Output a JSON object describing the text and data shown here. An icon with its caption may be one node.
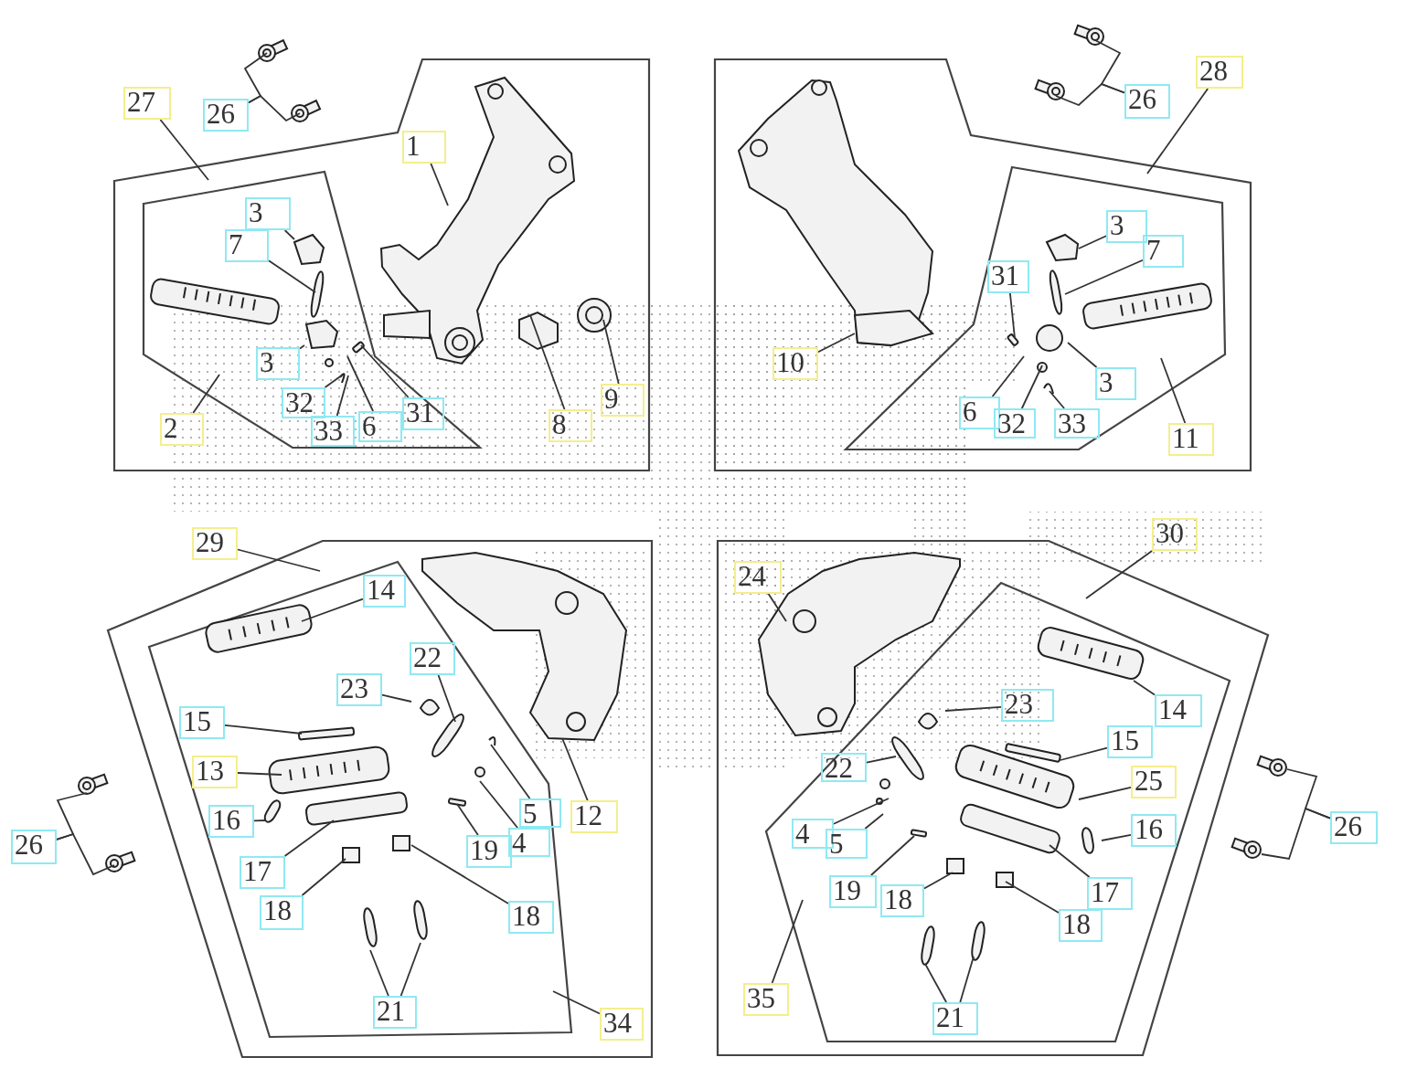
{
  "diagram": {
    "nodes": [
      {
        "text": [
          "27"
        ]
      },
      {
        "text": [
          "26"
        ]
      },
      {
        "text": [
          "1"
        ]
      },
      {
        "text": [
          "3"
        ]
      },
      {
        "text": [
          "7"
        ]
      },
      {
        "text": [
          "3"
        ]
      },
      {
        "text": [
          "2"
        ]
      },
      {
        "text": [
          "32"
        ]
      },
      {
        "text": [
          "33"
        ]
      },
      {
        "text": [
          "6"
        ]
      },
      {
        "text": [
          "31"
        ]
      },
      {
        "text": [
          "8"
        ]
      },
      {
        "text": [
          "9"
        ]
      },
      {
        "text": [
          "26"
        ]
      },
      {
        "text": [
          "28"
        ]
      },
      {
        "text": [
          "3"
        ]
      },
      {
        "text": [
          "7"
        ]
      },
      {
        "text": [
          "31"
        ]
      },
      {
        "text": [
          "10"
        ]
      },
      {
        "text": [
          "3"
        ]
      },
      {
        "text": [
          "6"
        ]
      },
      {
        "text": [
          "32"
        ]
      },
      {
        "text": [
          "33"
        ]
      },
      {
        "text": [
          "11"
        ]
      },
      {
        "text": [
          "29"
        ]
      },
      {
        "text": [
          "14"
        ]
      },
      {
        "text": [
          "22"
        ]
      },
      {
        "text": [
          "23"
        ]
      },
      {
        "text": [
          "15"
        ]
      },
      {
        "text": [
          "13"
        ]
      },
      {
        "text": [
          "5"
        ]
      },
      {
        "text": [
          "12"
        ]
      },
      {
        "text": [
          "16"
        ]
      },
      {
        "text": [
          "4"
        ]
      },
      {
        "text": [
          "19"
        ]
      },
      {
        "text": [
          "17"
        ]
      },
      {
        "text": [
          "18"
        ]
      },
      {
        "text": [
          "18"
        ]
      },
      {
        "text": [
          "21"
        ]
      },
      {
        "text": [
          "34"
        ]
      },
      {
        "text": [
          "26"
        ]
      },
      {
        "text": [
          "24"
        ]
      },
      {
        "text": [
          "30"
        ]
      },
      {
        "text": [
          "23"
        ]
      },
      {
        "text": [
          "14"
        ]
      },
      {
        "text": [
          "15"
        ]
      },
      {
        "text": [
          "22"
        ]
      },
      {
        "text": [
          "25"
        ]
      },
      {
        "text": [
          "16"
        ]
      },
      {
        "text": [
          "4"
        ]
      },
      {
        "text": [
          "5"
        ]
      },
      {
        "text": [
          "19"
        ]
      },
      {
        "text": [
          "18"
        ]
      },
      {
        "text": [
          "17"
        ]
      },
      {
        "text": [
          "18"
        ]
      },
      {
        "text": [
          "21"
        ]
      },
      {
        "text": [
          "35"
        ]
      },
      {
        "text": [
          "26"
        ]
      }
    ],
    "edges": [
      {
        "from": 0,
        "to": null,
        "arrow": "none"
      },
      {
        "from": 1,
        "to": null,
        "arrow": "none"
      },
      {
        "from": 1,
        "to": null,
        "arrow": "none"
      },
      {
        "from": 2,
        "to": null,
        "arrow": "none"
      },
      {
        "from": 3,
        "to": null,
        "arrow": "none"
      },
      {
        "from": 4,
        "to": null,
        "arrow": "none"
      },
      {
        "from": 5,
        "to": null,
        "arrow": "none"
      },
      {
        "from": 6,
        "to": null,
        "arrow": "none"
      },
      {
        "from": 7,
        "to": null,
        "arrow": "none"
      },
      {
        "from": 8,
        "to": null,
        "arrow": "none"
      },
      {
        "from": 9,
        "to": null,
        "arrow": "none"
      },
      {
        "from": 10,
        "to": null,
        "arrow": "none"
      },
      {
        "from": 11,
        "to": null,
        "arrow": "none"
      },
      {
        "from": 12,
        "to": null,
        "arrow": "none"
      },
      {
        "from": 13,
        "to": null,
        "arrow": "none"
      },
      {
        "from": 13,
        "to": null,
        "arrow": "none"
      },
      {
        "from": 14,
        "to": null,
        "arrow": "none"
      },
      {
        "from": 15,
        "to": null,
        "arrow": "none"
      },
      {
        "from": 16,
        "to": null,
        "arrow": "none"
      },
      {
        "from": 17,
        "to": null,
        "arrow": "none"
      },
      {
        "from": 18,
        "to": null,
        "arrow": "none"
      },
      {
        "from": 19,
        "to": null,
        "arrow": "none"
      },
      {
        "from": 20,
        "to": null,
        "arrow": "none"
      },
      {
        "from": 21,
        "to": null,
        "arrow": "none"
      },
      {
        "from": 22,
        "to": null,
        "arrow": "none"
      },
      {
        "from": 23,
        "to": null,
        "arrow": "none"
      },
      {
        "from": 24,
        "to": null,
        "arrow": "none"
      },
      {
        "from": 25,
        "to": null,
        "arrow": "none"
      },
      {
        "from": 26,
        "to": null,
        "arrow": "none"
      },
      {
        "from": 27,
        "to": null,
        "arrow": "none"
      },
      {
        "from": 28,
        "to": null,
        "arrow": "none"
      },
      {
        "from": 29,
        "to": null,
        "arrow": "none"
      },
      {
        "from": 30,
        "to": null,
        "arrow": "none"
      },
      {
        "from": 31,
        "to": null,
        "arrow": "none"
      },
      {
        "from": 32,
        "to": null,
        "arrow": "none"
      },
      {
        "from": 33,
        "to": null,
        "arrow": "none"
      },
      {
        "from": 34,
        "to": null,
        "arrow": "none"
      },
      {
        "from": 35,
        "to": null,
        "arrow": "none"
      },
      {
        "from": 36,
        "to": null,
        "arrow": "none"
      },
      {
        "from": 37,
        "to": null,
        "arrow": "none"
      },
      {
        "from": 38,
        "to": null,
        "arrow": "none"
      },
      {
        "from": 38,
        "to": null,
        "arrow": "none"
      },
      {
        "from": 39,
        "to": null,
        "arrow": "none"
      },
      {
        "from": 40,
        "to": null,
        "arrow": "none"
      },
      {
        "from": 40,
        "to": null,
        "arrow": "none"
      },
      {
        "from": 41,
        "to": null,
        "arrow": "none"
      },
      {
        "from": 42,
        "to": null,
        "arrow": "none"
      },
      {
        "from": 43,
        "to": null,
        "arrow": "none"
      },
      {
        "from": 44,
        "to": null,
        "arrow": "none"
      },
      {
        "from": 45,
        "to": null,
        "arrow": "none"
      },
      {
        "from": 46,
        "to": null,
        "arrow": "none"
      },
      {
        "from": 47,
        "to": null,
        "arrow": "none"
      },
      {
        "from": 48,
        "to": null,
        "arrow": "none"
      },
      {
        "from": 49,
        "to": null,
        "arrow": "none"
      },
      {
        "from": 50,
        "to": null,
        "arrow": "none"
      },
      {
        "from": 51,
        "to": null,
        "arrow": "none"
      },
      {
        "from": 52,
        "to": null,
        "arrow": "none"
      },
      {
        "from": 53,
        "to": null,
        "arrow": "none"
      },
      {
        "from": 54,
        "to": null,
        "arrow": "none"
      },
      {
        "from": 55,
        "to": null,
        "arrow": "none"
      },
      {
        "from": 55,
        "to": null,
        "arrow": "none"
      },
      {
        "from": 56,
        "to": null,
        "arrow": "none"
      },
      {
        "from": 57,
        "to": null,
        "arrow": "none"
      },
      {
        "from": 57,
        "to": null,
        "arrow": "none"
      }
    ]
  }
}
